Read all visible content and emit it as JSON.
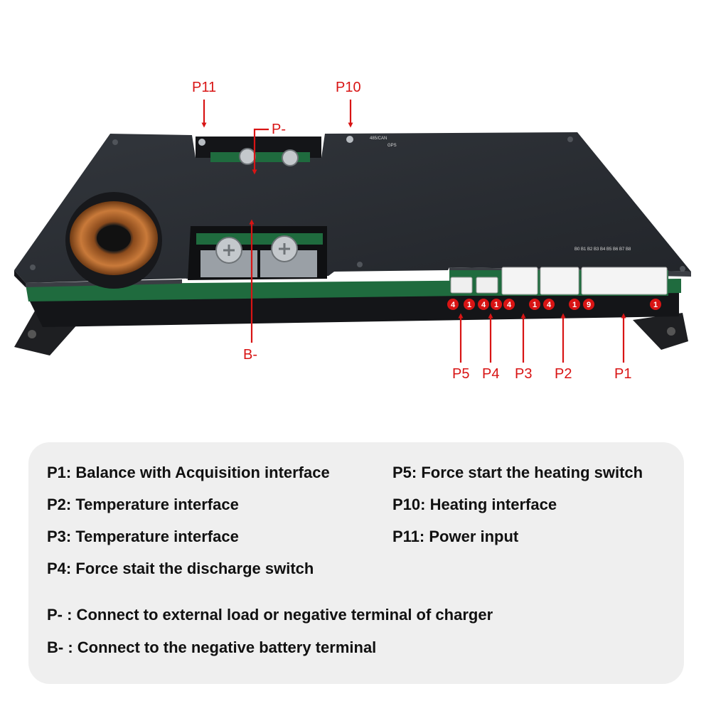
{
  "callouts": {
    "p11": "P11",
    "p10": "P10",
    "p_minus": "P-",
    "b_minus": "B-",
    "p5": "P5",
    "p4": "P4",
    "p3": "P3",
    "p2": "P2",
    "p1": "P1"
  },
  "pin_badges": [
    "4",
    "1",
    "4",
    "1",
    "4",
    "1",
    "4",
    "1",
    "9",
    "1"
  ],
  "silkscreen": {
    "bus": "485/CAN",
    "gps": "GPS",
    "cells": "B0 B1 B2 B3 B4 B5 B6 B7 B8"
  },
  "legend": {
    "p1": "P1: Balance with Acquisition interface",
    "p2": "P2: Temperature interface",
    "p3": "P3: Temperature interface",
    "p4": "P4: Force stait the discharge switch",
    "p5": "P5: Force start the heating switch",
    "p10": "P10: Heating interface",
    "p11": "P11: Power input",
    "p_minus": "P- : Connect to external load or negative terminal of charger",
    "b_minus": "B- : Connect to the negative battery terminal"
  },
  "colors": {
    "arrow": "#d81414",
    "board_top": "#2b2e33",
    "pcb_green": "#1f6b3e",
    "legend_bg": "#efefef"
  }
}
